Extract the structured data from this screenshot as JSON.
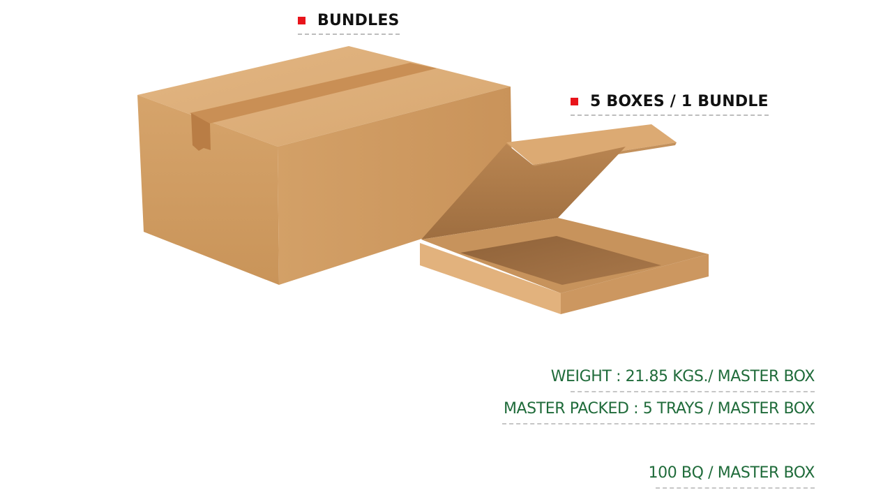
{
  "labels": {
    "bundles": "BUNDLES",
    "boxes_per_bundle": "5 BOXES / 1 BUNDLE"
  },
  "specs": {
    "weight": "WEIGHT : 21.85 KGS./ MASTER BOX",
    "master_packed": "MASTER PACKED : 5 TRAYS / MASTER BOX",
    "quantity": "100 BQ / MASTER BOX"
  },
  "colors": {
    "marker": "#e8141b",
    "spec_text": "#1f6b3a",
    "cardboard": "#d5a46c"
  }
}
